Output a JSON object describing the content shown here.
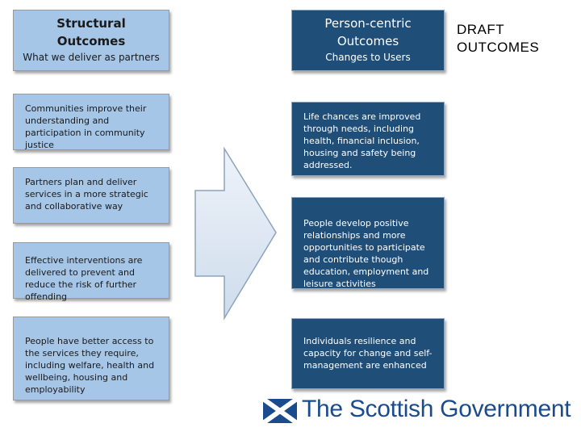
{
  "draft_label": "DRAFT\nOUTCOMES",
  "structural": {
    "title": "Structural\nOutcomes",
    "subtitle": "What we deliver as partners",
    "items": [
      "Communities improve their understanding and participation in community justice",
      "Partners plan and deliver services in a more strategic and collaborative way",
      "Effective interventions are delivered to prevent and reduce the risk of further offending",
      "People have better access to the services they require, including welfare, health and wellbeing, housing and employability"
    ]
  },
  "person_centric": {
    "title": "Person-centric\nOutcomes",
    "subtitle": "Changes to Users",
    "items": [
      "Life chances are improved through needs, including health, financial inclusion, housing and safety being addressed.",
      "People develop positive relationships and more opportunities to participate and contribute though education, employment and leisure activities",
      "Individuals resilience and capacity for change and self-management are enhanced"
    ]
  },
  "logo": {
    "text": "The Scottish Government",
    "flag_color": "#1a4b8c"
  },
  "colors": {
    "left_box": "#a6c6e8",
    "right_box": "#1f4e79",
    "arrow_fill": "#dde8f4"
  }
}
